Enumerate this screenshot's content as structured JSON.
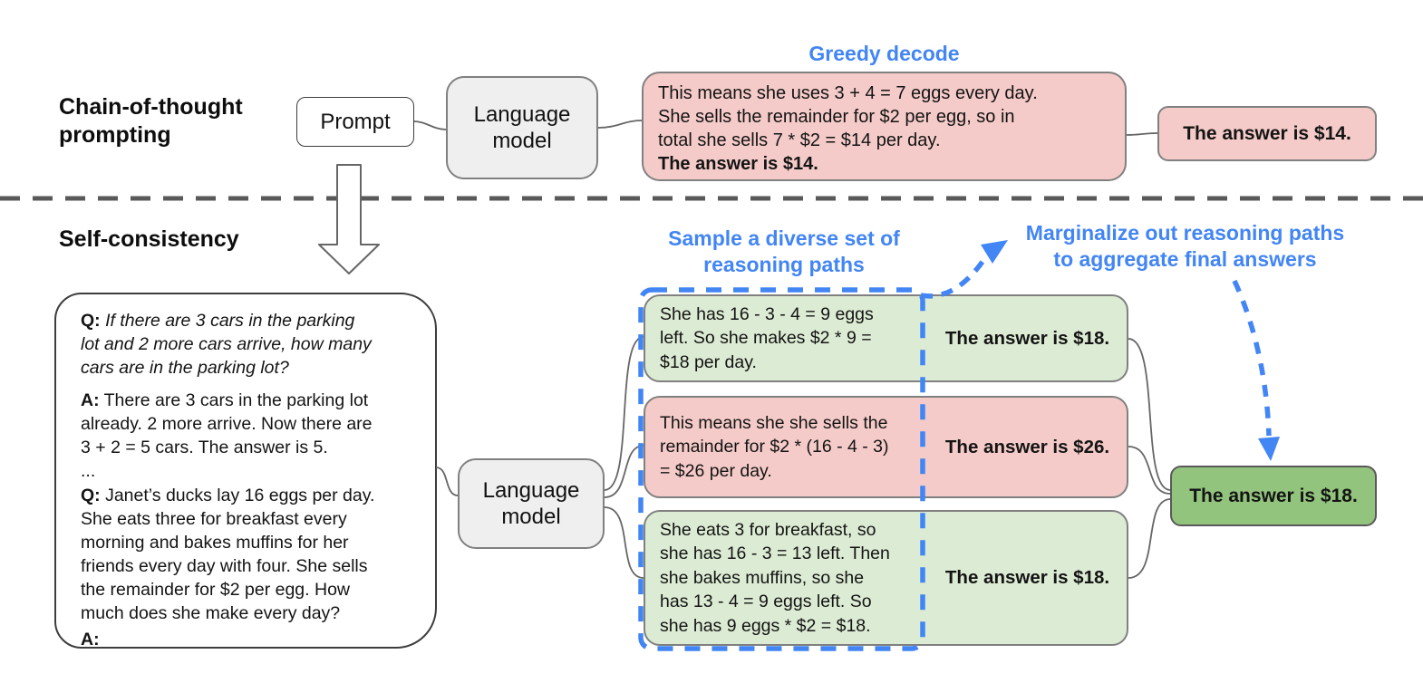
{
  "colors": {
    "blue_accent": "#4285f4",
    "pink_fill": "#f4cbc8",
    "green_light_fill": "#dcebd3",
    "green_dark_fill": "#93c47d",
    "gray_fill": "#efefef"
  },
  "sections": {
    "cot_title": "Chain-of-thought\nprompting",
    "sc_title": "Self-consistency"
  },
  "labels": {
    "greedy": "Greedy decode",
    "sample": "Sample a diverse set of\nreasoning paths",
    "marginalize": "Marginalize out reasoning paths\nto aggregate final answers"
  },
  "nodes": {
    "prompt": "Prompt",
    "language_model_top": "Language model",
    "language_model_bottom": "Language model"
  },
  "greedy_path": {
    "reasoning": "This means she uses 3 + 4 = 7 eggs every day.\nShe sells the remainder for $2 per egg, so in\ntotal she sells 7 * $2 = $14 per day.",
    "reasoning_answer_line": "The answer is $14.",
    "final_answer": "The answer is $14."
  },
  "prompt_bubble": {
    "q1_label": "Q:",
    "q1_text": " If there are 3 cars in the parking\nlot and 2 more cars arrive, how many\ncars are in the parking lot?",
    "a1_label": "A:",
    "a1_text": " There are 3 cars in the parking lot\nalready. 2 more arrive. Now there are\n3 + 2 = 5 cars. The answer is 5.",
    "ellipsis": "...",
    "q2_label": "Q:",
    "q2_text": " Janet’s ducks lay 16 eggs per day.\nShe eats three for breakfast every\nmorning and bakes muffins for her\nfriends every day with four. She sells\nthe remainder for $2 per egg. How\nmuch does she make every day?",
    "a2_label": "A:"
  },
  "sampled_paths": [
    {
      "reasoning": "She has 16 - 3 - 4 = 9 eggs\nleft. So she makes $2 * 9 =\n$18 per day.",
      "answer": "The answer is $18."
    },
    {
      "reasoning": "This means she she sells the\nremainder for $2 * (16 - 4 - 3)\n= $26 per day.",
      "answer": "The answer is $26."
    },
    {
      "reasoning": "She eats 3 for breakfast, so\nshe has 16 - 3 = 13 left. Then\nshe bakes muffins, so she\nhas 13 - 4 = 9 eggs left. So\nshe has 9 eggs * $2 = $18.",
      "answer": "The answer is $18."
    }
  ],
  "final_answer": "The answer is $18."
}
